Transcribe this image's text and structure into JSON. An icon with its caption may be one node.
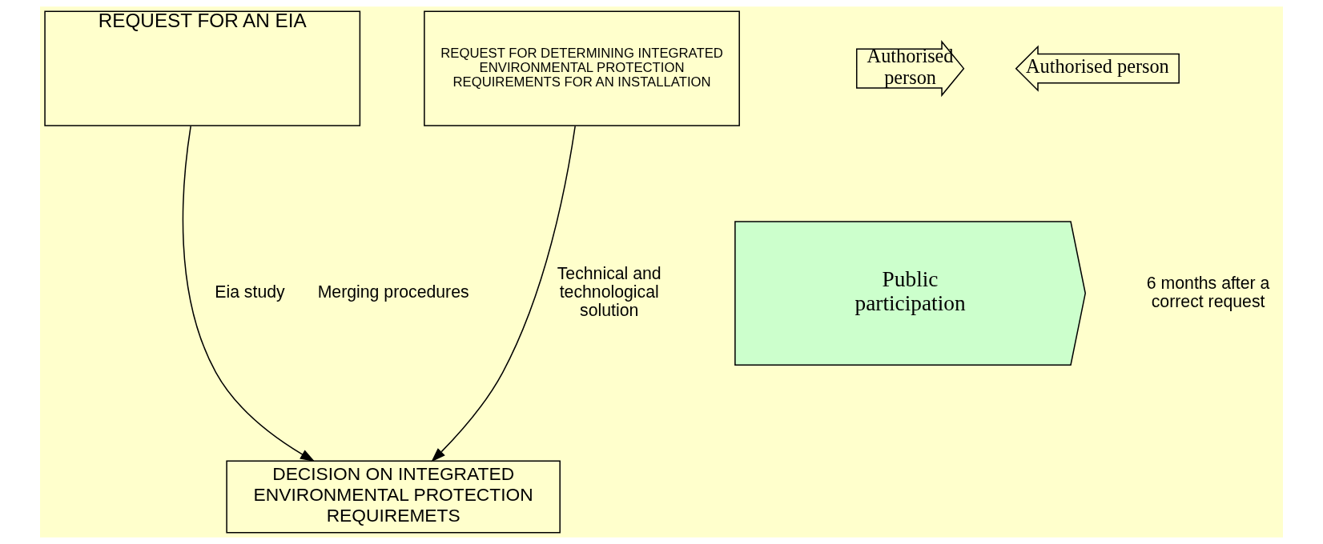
{
  "diagram": {
    "nodes": [
      {
        "text": [
          "REQUEST FOR AN EIA"
        ]
      },
      {
        "text": [
          "REQUEST FOR DETERMINING INTEGRATED ENVIRONMENTAL PROTECTION REQUIREMENTS FOR AN INSTALLATION"
        ]
      },
      {
        "text": [
          "Authorised person"
        ]
      },
      {
        "text": [
          "Authorised person"
        ]
      },
      {
        "text": [
          "Public participation"
        ]
      },
      {
        "text": [
          "DECISION ON INTEGRATED ENVIRONMENTAL PROTECTION REQUIREMETS"
        ]
      }
    ],
    "edges": [
      {
        "from": 0,
        "to": 5,
        "arrow": "to",
        "label": "Eia study"
      },
      {
        "from": 1,
        "to": 5,
        "arrow": "to",
        "label": "Technical and technological solution"
      }
    ],
    "labels": [
      "Merging procedures",
      "6 months after a correct request"
    ]
  }
}
